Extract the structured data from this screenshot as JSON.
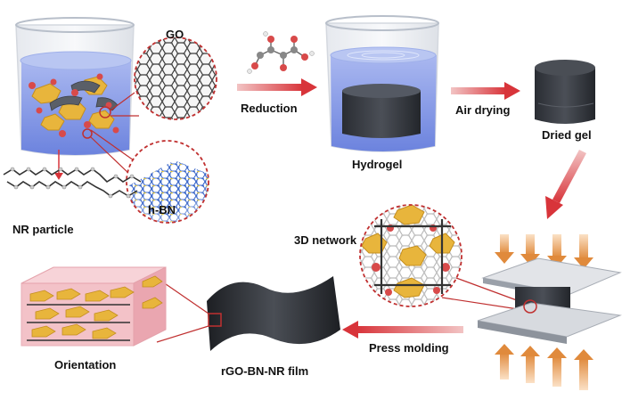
{
  "labels": {
    "go": "GO",
    "reduction": "Reduction",
    "hydrogel": "Hydrogel",
    "air_drying": "Air drying",
    "dried_gel": "Dried gel",
    "hbn": "h-BN",
    "nr_particle": "NR particle",
    "network_3d": "3D network",
    "orientation": "Orientation",
    "press_molding": "Press molding",
    "film": "rGO-BN-NR film"
  },
  "icons": {
    "beaker": "beaker-icon",
    "molecule": "reducing-agent-molecule-icon",
    "nr_chain": "rubber-chain-icon",
    "go_zoom": "graphene-oxide-zoom-icon",
    "hbn_zoom": "boron-nitride-zoom-icon",
    "network_zoom": "network-zoom-icon",
    "press": "press-plate-icon",
    "film": "film-sheet-icon"
  },
  "colors": {
    "arrow": "#d8343a",
    "water": "#7d93e6",
    "gel": "#333840",
    "platelet": "#e8b53c",
    "particle": "#d84a4a",
    "dashed_circle": "#c03030",
    "press_arrow": "#e59a52",
    "orientation_box": "#f2b8bf"
  }
}
